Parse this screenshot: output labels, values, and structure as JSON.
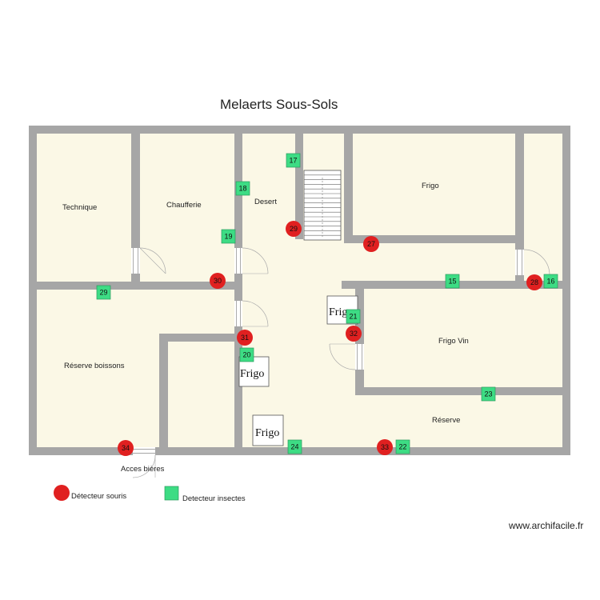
{
  "title": "Melaerts Sous-Sols",
  "rooms": {
    "technique": "Technique",
    "chaufferie": "Chaufferie",
    "desert": "Desert",
    "frigo": "Frigo",
    "reserve_boissons": "Réserve boissons",
    "frigo_vin": "Frigo Vin",
    "reserve": "Réserve",
    "acces_bieres": "Acces bières"
  },
  "fridges": [
    "Frigo",
    "Frigo",
    "Frigo"
  ],
  "mouse_detectors": [
    "29",
    "27",
    "30",
    "28",
    "31",
    "32",
    "34",
    "33"
  ],
  "insect_detectors": [
    "17",
    "18",
    "19",
    "29",
    "15",
    "16",
    "21",
    "20",
    "23",
    "24",
    "22"
  ],
  "legend": {
    "mouse": "Détecteur souris",
    "insect": "Detecteur insectes"
  },
  "colors": {
    "wall": "#a6a6a6",
    "floor": "#fbf8e6",
    "mouse_detector": "#e02020",
    "insect_detector": "#3ddc84"
  },
  "credit": "www.archifacile.fr"
}
